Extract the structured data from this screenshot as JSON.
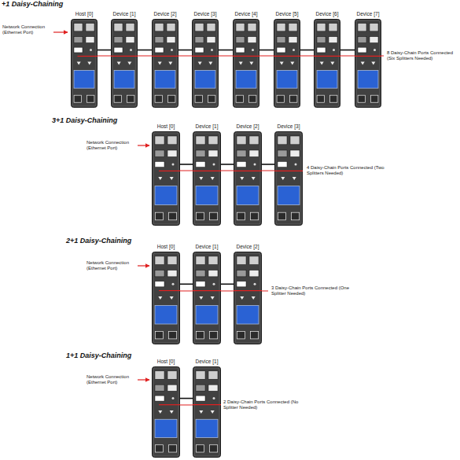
{
  "diagram": {
    "nodes": [
      {
        "text": [
          "Host [0]"
        ]
      },
      {
        "text": [
          "Device [1]"
        ]
      },
      {
        "text": [
          "Device [2]"
        ]
      },
      {
        "text": [
          "Device [3]"
        ]
      },
      {
        "text": [
          "Device [4]"
        ]
      },
      {
        "text": [
          "Device [5]"
        ]
      },
      {
        "text": [
          "Device [6]"
        ]
      },
      {
        "text": [
          "Device [7]"
        ]
      },
      {
        "text": [
          "Host [0]"
        ]
      },
      {
        "text": [
          "Device [1]"
        ]
      },
      {
        "text": [
          "Device [2]"
        ]
      },
      {
        "text": [
          "Device [3]"
        ]
      },
      {
        "text": [
          "Host [0]"
        ]
      },
      {
        "text": [
          "Device [1]"
        ]
      },
      {
        "text": [
          "Device [2]"
        ]
      },
      {
        "text": [
          "Host [0]"
        ]
      },
      {
        "text": [
          "Device [1]"
        ]
      }
    ],
    "edges": [
      {
        "from": 0,
        "to": 1,
        "arrow": "none"
      },
      {
        "from": 1,
        "to": 2,
        "arrow": "none"
      },
      {
        "from": 2,
        "to": 3,
        "arrow": "none"
      },
      {
        "from": 3,
        "to": 4,
        "arrow": "none"
      },
      {
        "from": 4,
        "to": 5,
        "arrow": "none"
      },
      {
        "from": 5,
        "to": 6,
        "arrow": "none"
      },
      {
        "from": 6,
        "to": 7,
        "arrow": "none"
      },
      {
        "from": 8,
        "to": 9,
        "arrow": "none"
      },
      {
        "from": 9,
        "to": 10,
        "arrow": "none"
      },
      {
        "from": 10,
        "to": 11,
        "arrow": "none"
      },
      {
        "from": 12,
        "to": 13,
        "arrow": "none"
      },
      {
        "from": 13,
        "to": 14,
        "arrow": "none"
      },
      {
        "from": 15,
        "to": 16,
        "arrow": "none"
      }
    ],
    "labels": [
      "+1 Daisy-Chaining",
      "Network Connection (Ethernet Port)",
      "8 Daisy-Chain Ports Connected (Six Splitters Needed)",
      "3+1 Daisy-Chaining",
      "Network Connection (Ethernet Port)",
      "4 Daisy-Chain Ports Connected (Two Splitters Needed)",
      "2+1 Daisy-Chaining",
      "Network Connection (Ethernet Port)",
      "3 Daisy-Chain Ports Connected (One Splitter Needed)",
      "1+1 Daisy-Chaining",
      "Network Connection (Ethernet Port)",
      "2 Daisy-Chain Ports Connected (No Splitter Needed)"
    ]
  }
}
